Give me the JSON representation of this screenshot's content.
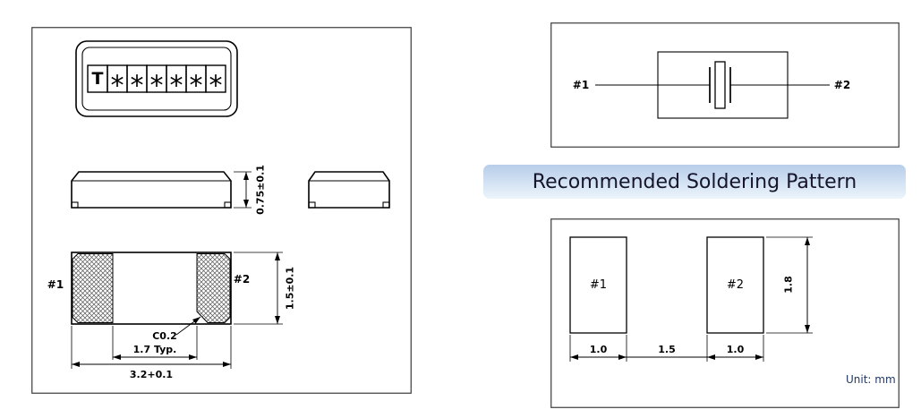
{
  "package_drawing": {
    "top_view": {
      "cells": [
        "T",
        "*",
        "*",
        "*",
        "*",
        "*",
        "*"
      ]
    },
    "side_view": {
      "height_dim": "0.75±0.1"
    },
    "bottom_view": {
      "pad1_label": "#1",
      "pad2_label": "#2",
      "width_dim": "1.5±0.1",
      "chamfer_dim": "C0.2",
      "pad_gap_dim": "1.7 Typ.",
      "length_dim": "3.2+0.1"
    }
  },
  "connection_diagram": {
    "pin1_label": "#1",
    "pin2_label": "#2"
  },
  "soldering_section": {
    "header": "Recommended Soldering Pattern",
    "pattern": {
      "pad1_label": "#1",
      "pad2_label": "#2",
      "pad1_width_dim": "1.0",
      "pad_gap_dim": "1.5",
      "pad2_width_dim": "1.0",
      "pad_height_dim": "1.8",
      "unit_label": "Unit: mm"
    }
  },
  "colors": {
    "line_color": "#000000",
    "frame_color": "#3a3a3a",
    "header_gradient_top": "#b7cde9",
    "header_gradient_bottom": "#ecf4fb",
    "header_text_color": "#15152d",
    "unit_text_color": "#1f3864"
  }
}
